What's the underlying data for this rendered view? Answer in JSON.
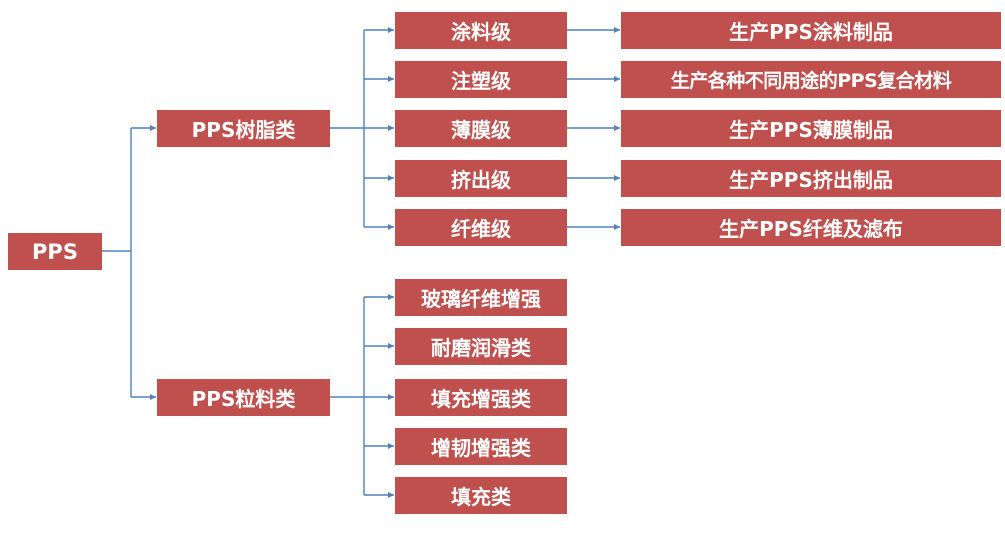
{
  "root": {
    "label": "PPS"
  },
  "categories": [
    {
      "label": "PPS树脂类",
      "grades": [
        {
          "label": "涂料级",
          "product": "生产PPS涂料制品"
        },
        {
          "label": "注塑级",
          "product": "生产各种不同用途的PPS复合材料"
        },
        {
          "label": "薄膜级",
          "product": "生产PPS薄膜制品"
        },
        {
          "label": "挤出级",
          "product": "生产PPS挤出制品"
        },
        {
          "label": "纤维级",
          "product": "生产PPS纤维及滤布"
        }
      ]
    },
    {
      "label": "PPS粒料类",
      "grades": [
        {
          "label": "玻璃纤维增强"
        },
        {
          "label": "耐磨润滑类"
        },
        {
          "label": "填充增强类"
        },
        {
          "label": "增韧增强类"
        },
        {
          "label": "填充类"
        }
      ]
    }
  ],
  "colors": {
    "node_fill": "#c0504d",
    "node_text": "#ffffff",
    "connector": "#4f81bd"
  }
}
